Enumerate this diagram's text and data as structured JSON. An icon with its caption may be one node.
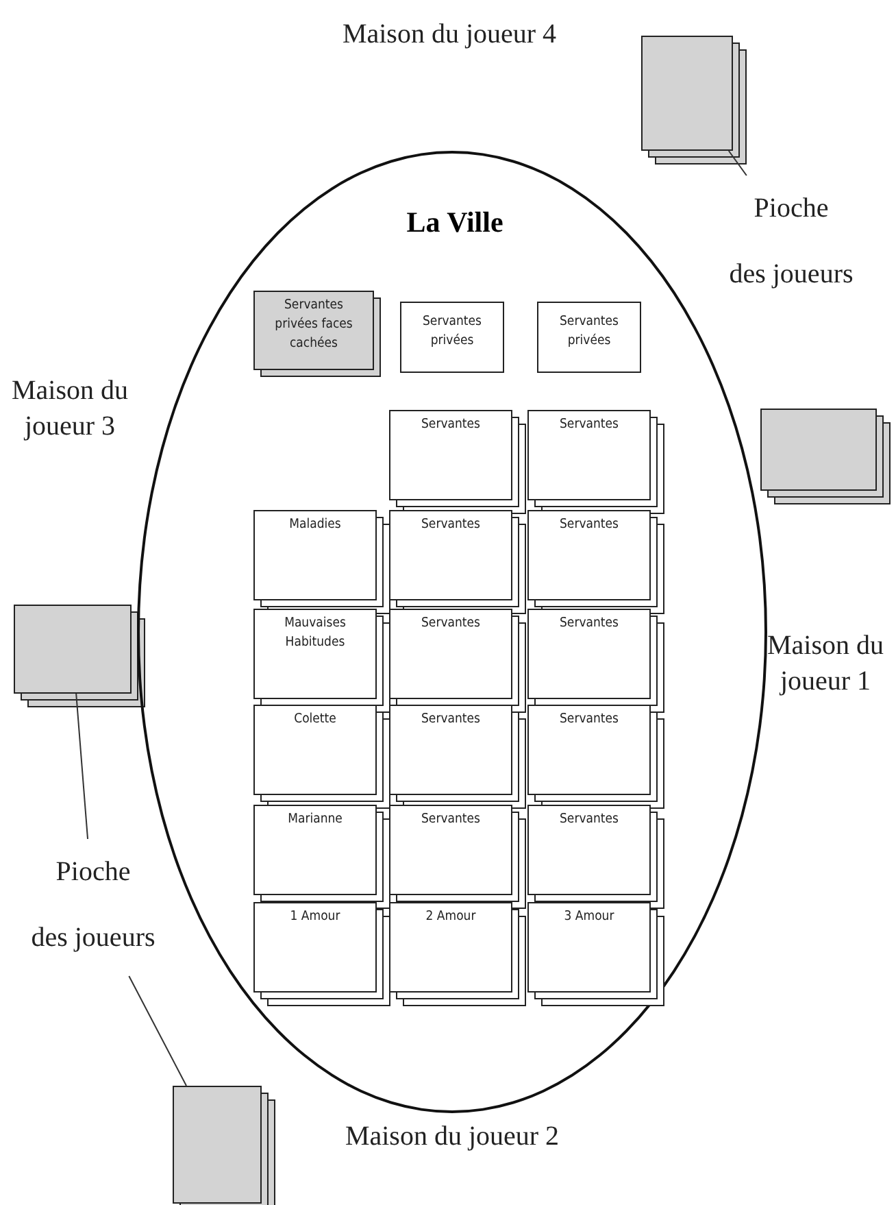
{
  "diagram": {
    "nodes": [
      {
        "text": [
          "La Ville"
        ]
      },
      {
        "text": [
          "Servantes privées faces cachées"
        ],
        "in": 0
      },
      {
        "text": [
          "Servantes privées"
        ],
        "in": 0
      },
      {
        "text": [
          "Servantes privées"
        ],
        "in": 0
      },
      {
        "text": [
          "Servantes"
        ],
        "in": 0
      },
      {
        "text": [
          "Servantes"
        ],
        "in": 0
      },
      {
        "text": [
          "Maladies"
        ],
        "in": 0
      },
      {
        "text": [
          "Servantes"
        ],
        "in": 0
      },
      {
        "text": [
          "Servantes"
        ],
        "in": 0
      },
      {
        "text": [
          "Mauvaises Habitudes"
        ],
        "in": 0
      },
      {
        "text": [
          "Servantes"
        ],
        "in": 0
      },
      {
        "text": [
          "Servantes"
        ],
        "in": 0
      },
      {
        "text": [
          "Colette"
        ],
        "in": 0
      },
      {
        "text": [
          "Servantes"
        ],
        "in": 0
      },
      {
        "text": [
          "Servantes"
        ],
        "in": 0
      },
      {
        "text": [
          "Marianne"
        ],
        "in": 0
      },
      {
        "text": [
          "Servantes"
        ],
        "in": 0
      },
      {
        "text": [
          "Servantes"
        ],
        "in": 0
      },
      {
        "text": [
          "1 Amour"
        ],
        "in": 0
      },
      {
        "text": [
          "2 Amour"
        ],
        "in": 0
      },
      {
        "text": [
          "3 Amour"
        ],
        "in": 0
      },
      {
        "text": [],
        "shape": "box"
      },
      {
        "text": [
          "Pioche",
          "des joueurs"
        ]
      },
      {
        "text": [],
        "shape": "box"
      },
      {
        "text": [],
        "shape": "box"
      },
      {
        "text": [
          "Pioche",
          "des joueurs"
        ]
      },
      {
        "text": [],
        "shape": "box"
      }
    ],
    "edges": [
      {
        "from": 21,
        "to": 22,
        "arrow": "none"
      },
      {
        "from": 24,
        "to": 25,
        "arrow": "none"
      },
      {
        "from": 25,
        "to": 26,
        "arrow": "none"
      }
    ],
    "labels": [
      "Maison du joueur 4",
      "Maison du joueur 3",
      "Maison du joueur 1",
      "Maison du joueur 2"
    ]
  }
}
